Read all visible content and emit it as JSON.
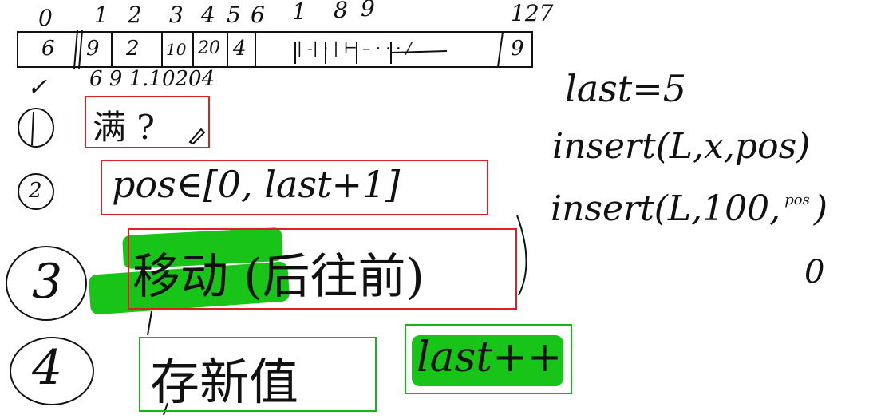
{
  "indices": {
    "i0": "0",
    "i1": "1",
    "i2": "2",
    "i3": "3",
    "i4": "4",
    "i5": "5",
    "i6": "6",
    "i7": "1",
    "i8": "8",
    "i9": "9",
    "i127": "127"
  },
  "array": {
    "c0": "6",
    "c1": "9",
    "c2": "2",
    "c3": "10",
    "c4": "20",
    "c5": "4",
    "dots": "| -| · | ⊢ – · · · /",
    "last_cell": "9"
  },
  "below_row": "6  9   1.10204",
  "check": "✓",
  "notes": {
    "last": "last=5",
    "insert1": "insert(L,x,pos)",
    "insert2": "insert(L,100,",
    "insert2_pos": "pos",
    "insert2_zero": "0",
    "insert2_tail": ")"
  },
  "steps": [
    {
      "num": "1",
      "text": "满 ?"
    },
    {
      "num": "2",
      "text": "pos∈[0, last+1]"
    },
    {
      "num": "3",
      "text": "移动 (后往前)"
    },
    {
      "num": "4",
      "text": "存新值",
      "extra": "last++"
    }
  ],
  "colors": {
    "red": "#e02020",
    "green": "#19b219",
    "highlight": "#17c417"
  }
}
